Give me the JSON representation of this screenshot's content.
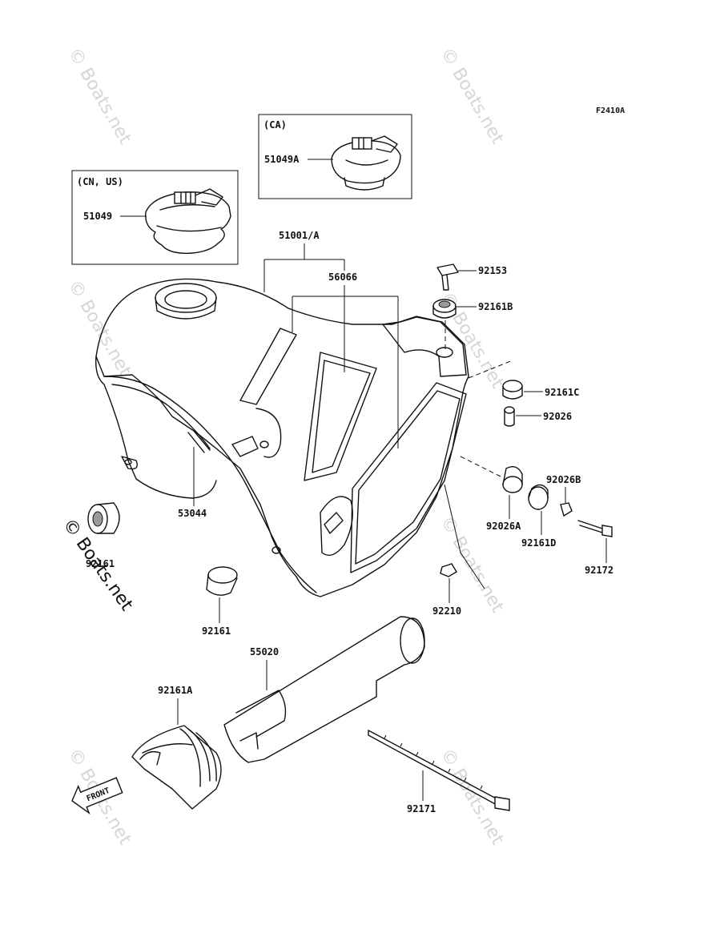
{
  "diagram": {
    "figure_code": "F2410A",
    "boxes": [
      {
        "key": "cn_us",
        "region": "(CN, US)",
        "part": "51049"
      },
      {
        "key": "ca",
        "region": "(CA)",
        "part": "51049A"
      }
    ],
    "parts": {
      "fuel_tank": "51001/A",
      "pad_56066": "56066",
      "cap_51049": "51049",
      "cap_51049A": "51049A",
      "bolt_92153": "92153",
      "damper_92161B": "92161B",
      "damper_92161C": "92161C",
      "collar_92026": "92026",
      "damper_92026A": "92026A",
      "collar_92026B": "92026B",
      "damper_92161D": "92161D",
      "bolt_92172": "92172",
      "nut_92210": "92210",
      "seal_53044": "53044",
      "damper_92161_left": "92161",
      "damper_92161_bottom": "92161",
      "cover_55020": "55020",
      "damper_92161A": "92161A",
      "band_92171": "92171"
    },
    "front_arrow": "FRONT",
    "watermark": "© Boats.net"
  }
}
